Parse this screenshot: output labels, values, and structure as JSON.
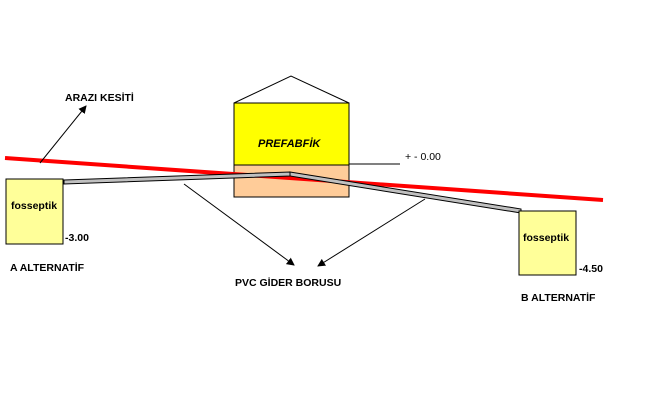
{
  "labels": {
    "arazi_kesiti": "ARAZI  KESİTİ",
    "prefabrik": "PREFABFİK",
    "zero_level": "+ - 0.00",
    "fosseptik_a": "fosseptik",
    "fosseptik_b": "fosseptik",
    "level_a": "-3.00",
    "level_b": "-4.50",
    "alt_a": "A ALTERNATİF",
    "alt_b": "B ALTERNATİF",
    "pvc": "PVC GİDER BORUSU"
  },
  "colors": {
    "terrain_line": "#ff0000",
    "building_body": "#ffff00",
    "building_base": "#ffcc99",
    "tank_fill": "#ffff99",
    "pipe_fill": "#c0c0c0",
    "outline": "#000000"
  }
}
